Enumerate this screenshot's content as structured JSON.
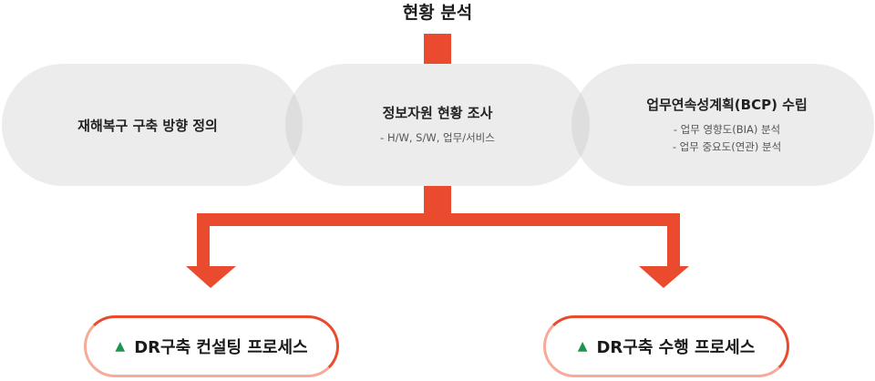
{
  "title": "현황 분석",
  "colors": {
    "accent": "#ea4a2e",
    "pill": "#ececec",
    "overlap": "#dedede",
    "marker": "#1d9550"
  },
  "steps": [
    {
      "title": "재해복구 구축 방향 정의",
      "details": []
    },
    {
      "title": "정보자원 현황 조사",
      "details": [
        "- H/W, S/W, 업무/서비스"
      ]
    },
    {
      "title": "업무연속성계획(BCP) 수립",
      "details": [
        "- 업무 영향도(BIA) 분석",
        "- 업무 중요도(연관) 분석"
      ]
    }
  ],
  "outcomes": [
    {
      "label": "DR구축 컨설팅 프로세스",
      "marker_icon": "triangle-right-icon"
    },
    {
      "label": "DR구축 수행 프로세스",
      "marker_icon": "triangle-right-icon"
    }
  ]
}
